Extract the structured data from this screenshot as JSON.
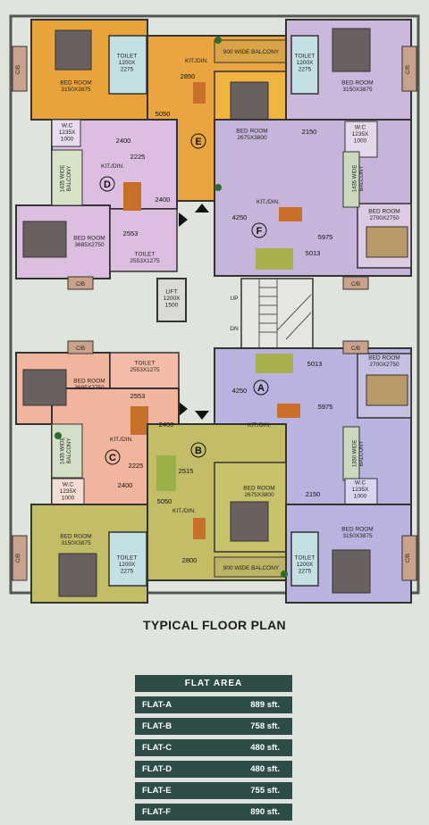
{
  "title": "TYPICAL FLOOR PLAN",
  "flats": {
    "a": "A",
    "b": "B",
    "c": "C",
    "d": "D",
    "e": "E",
    "f": "F"
  },
  "rooms": {
    "bed_3150x3875": "BED ROOM\n3150X3875",
    "bed_2675x3800": "BED ROOM\n2675X3800",
    "bed_3685x2750": "BED ROOM\n3685X2750",
    "bed_2700x2750": "BED ROOM\n2700X2750",
    "toilet_1200x2275": "TOILET\n1200X\n2275",
    "toilet_2553x1275": "TOILET\n2553X1275",
    "wc": "W.C\n1235X\n1000",
    "kit": "KIT./DIN.",
    "balcony_900": "900 WIDE BALCONY",
    "balcony_1435": "1435 WIDE\nBALCONY",
    "balcony_1350": "1350 WIDE\nBALCONY",
    "lift": "LIFT\n1200X\n1500",
    "up": "UP",
    "dn": "DN",
    "cb": "C/B"
  },
  "dims": {
    "d2850": "2850",
    "d5050": "5050",
    "d2400": "2400",
    "d2225": "2225",
    "d2553": "2553",
    "d4250": "4250",
    "d5975": "5975",
    "d5013": "5013",
    "d2150": "2150",
    "d2515": "2515",
    "d2800": "2800"
  },
  "flat_area": {
    "heading": "FLAT AREA",
    "rows": [
      {
        "flat": "FLAT-A",
        "area": "889 sft."
      },
      {
        "flat": "FLAT-B",
        "area": "758 sft."
      },
      {
        "flat": "FLAT-C",
        "area": "480 sft."
      },
      {
        "flat": "FLAT-D",
        "area": "480 sft."
      },
      {
        "flat": "FLAT-E",
        "area": "755 sft."
      },
      {
        "flat": "FLAT-F",
        "area": "890 sft."
      }
    ]
  },
  "colors": {
    "flat_e": "#e8a43a",
    "flat_f": "#c7b4da",
    "flat_d": "#dcbfe0",
    "flat_c": "#f1b49c",
    "flat_a": "#b8b4df",
    "flat_b": "#c4bd68",
    "bedroom_e": "#f0b440",
    "table_bg": "#2e4d46"
  }
}
